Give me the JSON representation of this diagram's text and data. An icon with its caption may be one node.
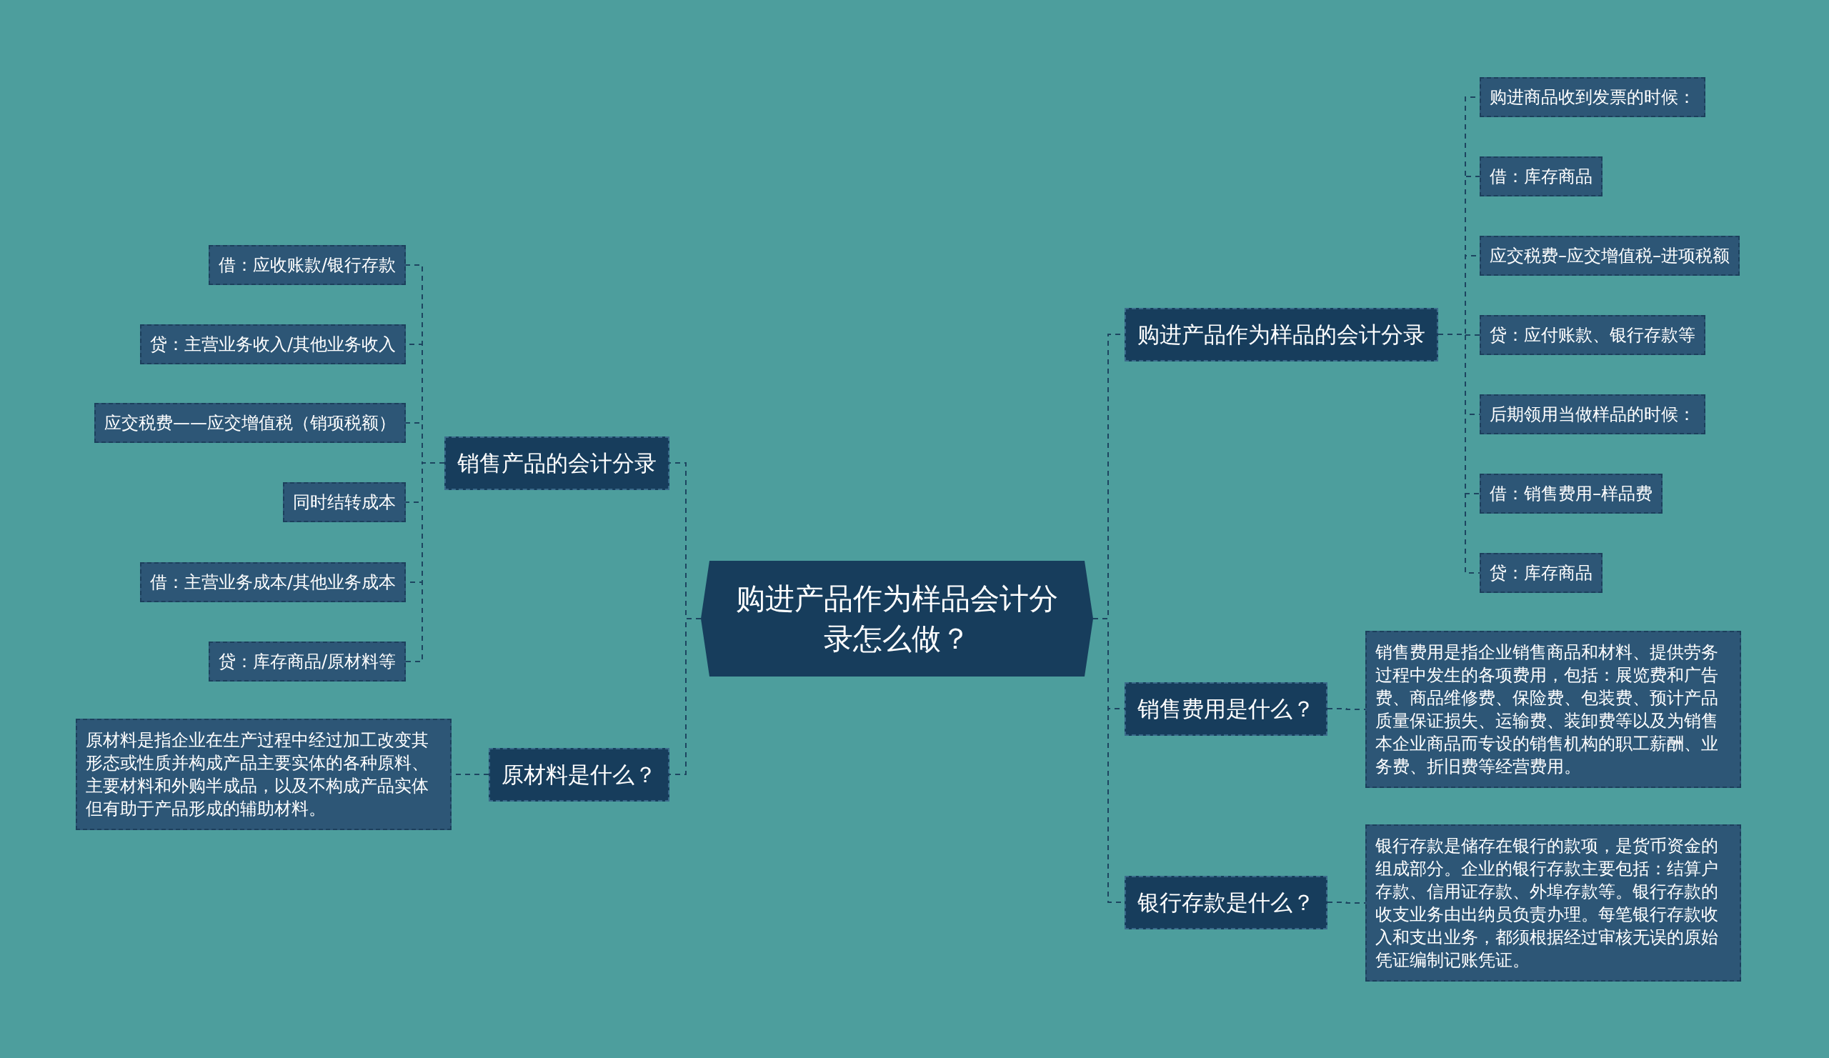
{
  "diagram": {
    "nodes": [
      {
        "text": [
          "购进产品作为样品会计分录怎么做？"
        ]
      },
      {
        "text": [
          "销售产品的会计分录"
        ]
      },
      {
        "text": [
          "借：应收账款/银行存款"
        ]
      },
      {
        "text": [
          "贷：主营业务收入/其他业务收入"
        ]
      },
      {
        "text": [
          "应交税费——应交增值税（销项税额）"
        ]
      },
      {
        "text": [
          "同时结转成本"
        ]
      },
      {
        "text": [
          "借：主营业务成本/其他业务成本"
        ]
      },
      {
        "text": [
          "贷：库存商品/原材料等"
        ]
      },
      {
        "text": [
          "原材料是什么？"
        ]
      },
      {
        "text": [
          "原材料是指企业在生产过程中经过加工改变其形态或性质并构成产品主要实体的各种原料、主要材料和外购半成品，以及不构成产品实体但有助于产品形成的辅助材料。"
        ]
      },
      {
        "text": [
          "购进产品作为样品的会计分录"
        ]
      },
      {
        "text": [
          "购进商品收到发票的时候："
        ]
      },
      {
        "text": [
          "借：库存商品"
        ]
      },
      {
        "text": [
          "应交税费–应交增值税–进项税额"
        ]
      },
      {
        "text": [
          "贷：应付账款、银行存款等"
        ]
      },
      {
        "text": [
          "后期领用当做样品的时候："
        ]
      },
      {
        "text": [
          "借：销售费用–样品费"
        ]
      },
      {
        "text": [
          "贷：库存商品"
        ]
      },
      {
        "text": [
          "销售费用是什么？"
        ]
      },
      {
        "text": [
          "销售费用是指企业销售商品和材料、提供劳务过程中发生的各项费用，包括：展览费和广告费、商品维修费、保险费、包装费、预计产品质量保证损失、运输费、装卸费等以及为销售本企业商品而专设的销售机构的职工薪酬、业务费、折旧费等经营费用。"
        ]
      },
      {
        "text": [
          "银行存款是什么？"
        ]
      },
      {
        "text": [
          "银行存款是储存在银行的款项，是货币资金的组成部分。企业的银行存款主要包括：结算户存款、信用证存款、外埠存款等。银行存款的收支业务由出纳员负责办理。每笔银行存款收入和支出业务，都须根据经过审核无误的原始凭证编制记账凭证。"
        ]
      }
    ],
    "edges": [
      {
        "from": 0,
        "to": 1,
        "arrow": "none"
      },
      {
        "from": 0,
        "to": 8,
        "arrow": "none"
      },
      {
        "from": 0,
        "to": 10,
        "arrow": "none"
      },
      {
        "from": 0,
        "to": 18,
        "arrow": "none"
      },
      {
        "from": 0,
        "to": 20,
        "arrow": "none"
      },
      {
        "from": 1,
        "to": 2,
        "arrow": "none"
      },
      {
        "from": 1,
        "to": 3,
        "arrow": "none"
      },
      {
        "from": 1,
        "to": 4,
        "arrow": "none"
      },
      {
        "from": 1,
        "to": 5,
        "arrow": "none"
      },
      {
        "from": 1,
        "to": 6,
        "arrow": "none"
      },
      {
        "from": 1,
        "to": 7,
        "arrow": "none"
      },
      {
        "from": 8,
        "to": 9,
        "arrow": "none"
      },
      {
        "from": 10,
        "to": 11,
        "arrow": "none"
      },
      {
        "from": 10,
        "to": 12,
        "arrow": "none"
      },
      {
        "from": 10,
        "to": 13,
        "arrow": "none"
      },
      {
        "from": 10,
        "to": 14,
        "arrow": "none"
      },
      {
        "from": 10,
        "to": 15,
        "arrow": "none"
      },
      {
        "from": 10,
        "to": 16,
        "arrow": "none"
      },
      {
        "from": 10,
        "to": 17,
        "arrow": "none"
      },
      {
        "from": 18,
        "to": 19,
        "arrow": "none"
      },
      {
        "from": 20,
        "to": 21,
        "arrow": "none"
      }
    ]
  }
}
